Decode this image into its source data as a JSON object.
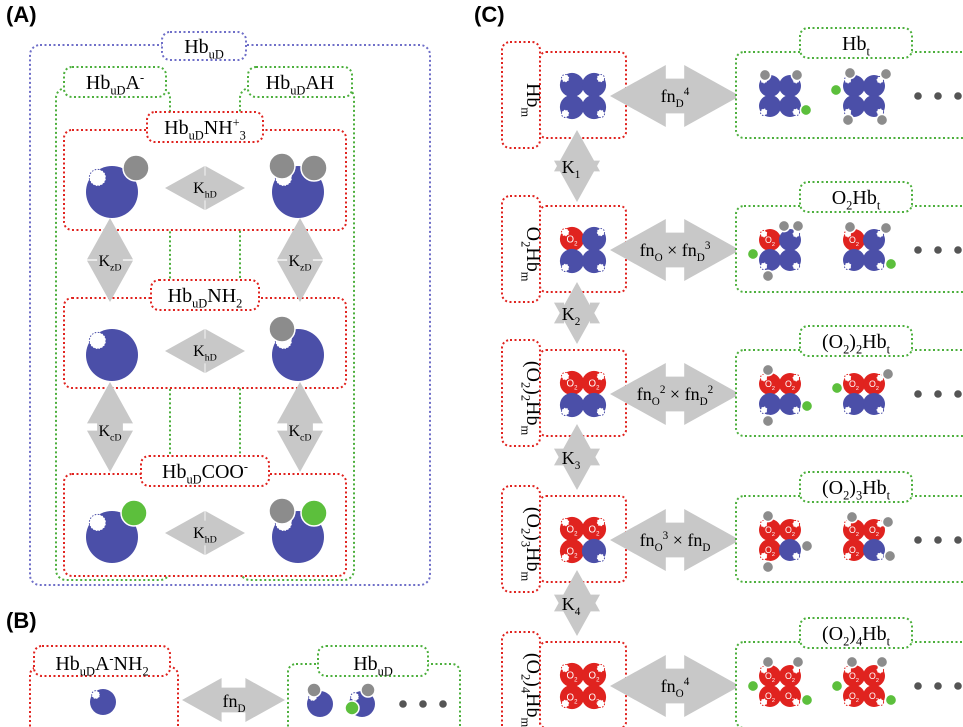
{
  "panels": {
    "a": "(A)",
    "b": "(B)",
    "c": "(C)"
  },
  "panel_a": {
    "outer": {
      "main": "Hb",
      "sub": "uD"
    },
    "left_group": {
      "main": "Hb",
      "sub": "uD",
      "rest": "A",
      "sup": "-"
    },
    "right_group": {
      "main": "Hb",
      "sub": "uD",
      "rest": "AH"
    },
    "rows": [
      {
        "main": "Hb",
        "sub": "uD",
        "rest": "NH",
        "sub2": "3",
        "sup": "+",
        "constant": {
          "main": "K",
          "sub": "hD"
        }
      },
      {
        "main": "Hb",
        "sub": "uD",
        "rest": "NH",
        "sub2": "2",
        "constant": {
          "main": "K",
          "sub": "hD"
        }
      },
      {
        "main": "Hb",
        "sub": "uD",
        "rest": "COO",
        "sup": "-",
        "constant": {
          "main": "K",
          "sub": "hD"
        }
      }
    ],
    "vertical_constants": [
      {
        "main": "K",
        "sub": "zD"
      },
      {
        "main": "K",
        "sub": "cD"
      }
    ]
  },
  "panel_b": {
    "left": {
      "main": "Hb",
      "sub": "uD",
      "rest": "A",
      "sup": "-",
      "rest2": "NH",
      "sub2": "2"
    },
    "arrow": {
      "main": "fn",
      "sub": "D"
    },
    "right": {
      "main": "Hb",
      "sub": "uD"
    }
  },
  "panel_c": {
    "rows": [
      {
        "left": "Hb_m",
        "arrow": "fn_D^4",
        "right": "Hb_t"
      },
      {
        "left": "O2Hb_m",
        "arrow": "fn_O x fn_D^3",
        "right": "O2Hb_t"
      },
      {
        "left": "(O2)2Hb_m",
        "arrow": "fn_O^2 x fn_D^2",
        "right": "(O2)2Hb_t"
      },
      {
        "left": "(O2)3Hb_m",
        "arrow": "fn_O^3 x fn_D",
        "right": "(O2)3Hb_t"
      },
      {
        "left": "(O2)4Hb_m",
        "arrow": "fn_O^4",
        "right": "(O2)4Hb_t"
      }
    ],
    "step_constants": [
      {
        "main": "K",
        "sub": "1"
      },
      {
        "main": "K",
        "sub": "2"
      },
      {
        "main": "K",
        "sub": "3"
      },
      {
        "main": "K",
        "sub": "4"
      }
    ],
    "o2_label": {
      "main": "O",
      "sub": "2"
    },
    "x_symbol": "×",
    "ellipsis": "• • •"
  },
  "colors": {
    "blue": "#4b4fa8",
    "red": "#e0231f",
    "grey": "#8c8c8c",
    "green": "#5cbf3c",
    "arrow": "#c8c8c8",
    "box_red": "#e0231f",
    "box_green": "#4caf3c",
    "box_blue": "#6f6fc8"
  }
}
